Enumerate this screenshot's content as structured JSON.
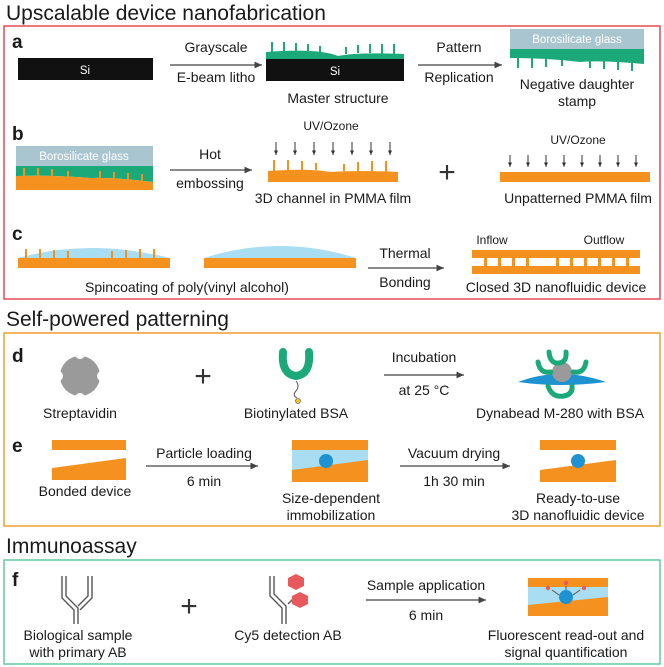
{
  "colors": {
    "orange": "#F5911E",
    "green": "#1CA97A",
    "glass": "#A9C6D0",
    "blue_liquid": "#A8DDF2",
    "bead": "#1E93D0",
    "hexagon": "#E8595D",
    "red_border": "#E4565B",
    "orange_border": "#F2A33A",
    "green_border": "#6ECBA4"
  },
  "sections": [
    {
      "title": "Upscalable device nanofabrication"
    },
    {
      "title": "Self-powered patterning"
    },
    {
      "title": "Immunoassay"
    }
  ],
  "panels": {
    "a": {
      "letter": "a",
      "si_label": "Si",
      "arrow1_top": "Grayscale",
      "arrow1_bottom": "E-beam litho",
      "master_si": "Si",
      "master_caption": "Master structure",
      "arrow2_top": "Pattern",
      "arrow2_bottom": "Replication",
      "glass_label": "Borosilicate glass",
      "stamp_caption_1": "Negative daughter",
      "stamp_caption_2": "stamp"
    },
    "b": {
      "letter": "b",
      "glass_label": "Borosilicate glass",
      "arrow_top": "Hot",
      "arrow_bottom": "embossing",
      "uv_label_1": "UV/Ozone",
      "channel_caption": "3D channel in PMMA film",
      "plus": "+",
      "uv_label_2": "UV/Ozone",
      "film_caption": "Unpatterned PMMA film"
    },
    "c": {
      "letter": "c",
      "spin_caption": "Spincoating of poly(vinyl alcohol)",
      "arrow_top": "Thermal",
      "arrow_bottom": "Bonding",
      "inflow": "Inflow",
      "outflow": "Outflow",
      "device_caption": "Closed 3D nanofluidic device"
    },
    "d": {
      "letter": "d",
      "streptavidin": "Streptavidin",
      "plus": "+",
      "biotin_bsa": "Biotinylated  BSA",
      "arrow_top": "Incubation",
      "arrow_bottom": "at 25 °C",
      "dynabead": "Dynabead M-280 with  BSA"
    },
    "e": {
      "letter": "e",
      "bonded": "Bonded device",
      "arrow1_top": "Particle loading",
      "arrow1_bottom": "6 min",
      "immob_1": "Size-dependent",
      "immob_2": "immobilization",
      "arrow2_top": "Vacuum drying",
      "arrow2_bottom": "1h 30 min",
      "ready_1": "Ready-to-use",
      "ready_2": "3D nanofluidic device"
    },
    "f": {
      "letter": "f",
      "sample_1": "Biological sample",
      "sample_2": "with primary AB",
      "plus": "+",
      "cy5": "Cy5 detection AB",
      "arrow_top": "Sample application",
      "arrow_bottom": "6 min",
      "readout_1": "Fluorescent read-out and",
      "readout_2": "signal quantification"
    }
  }
}
